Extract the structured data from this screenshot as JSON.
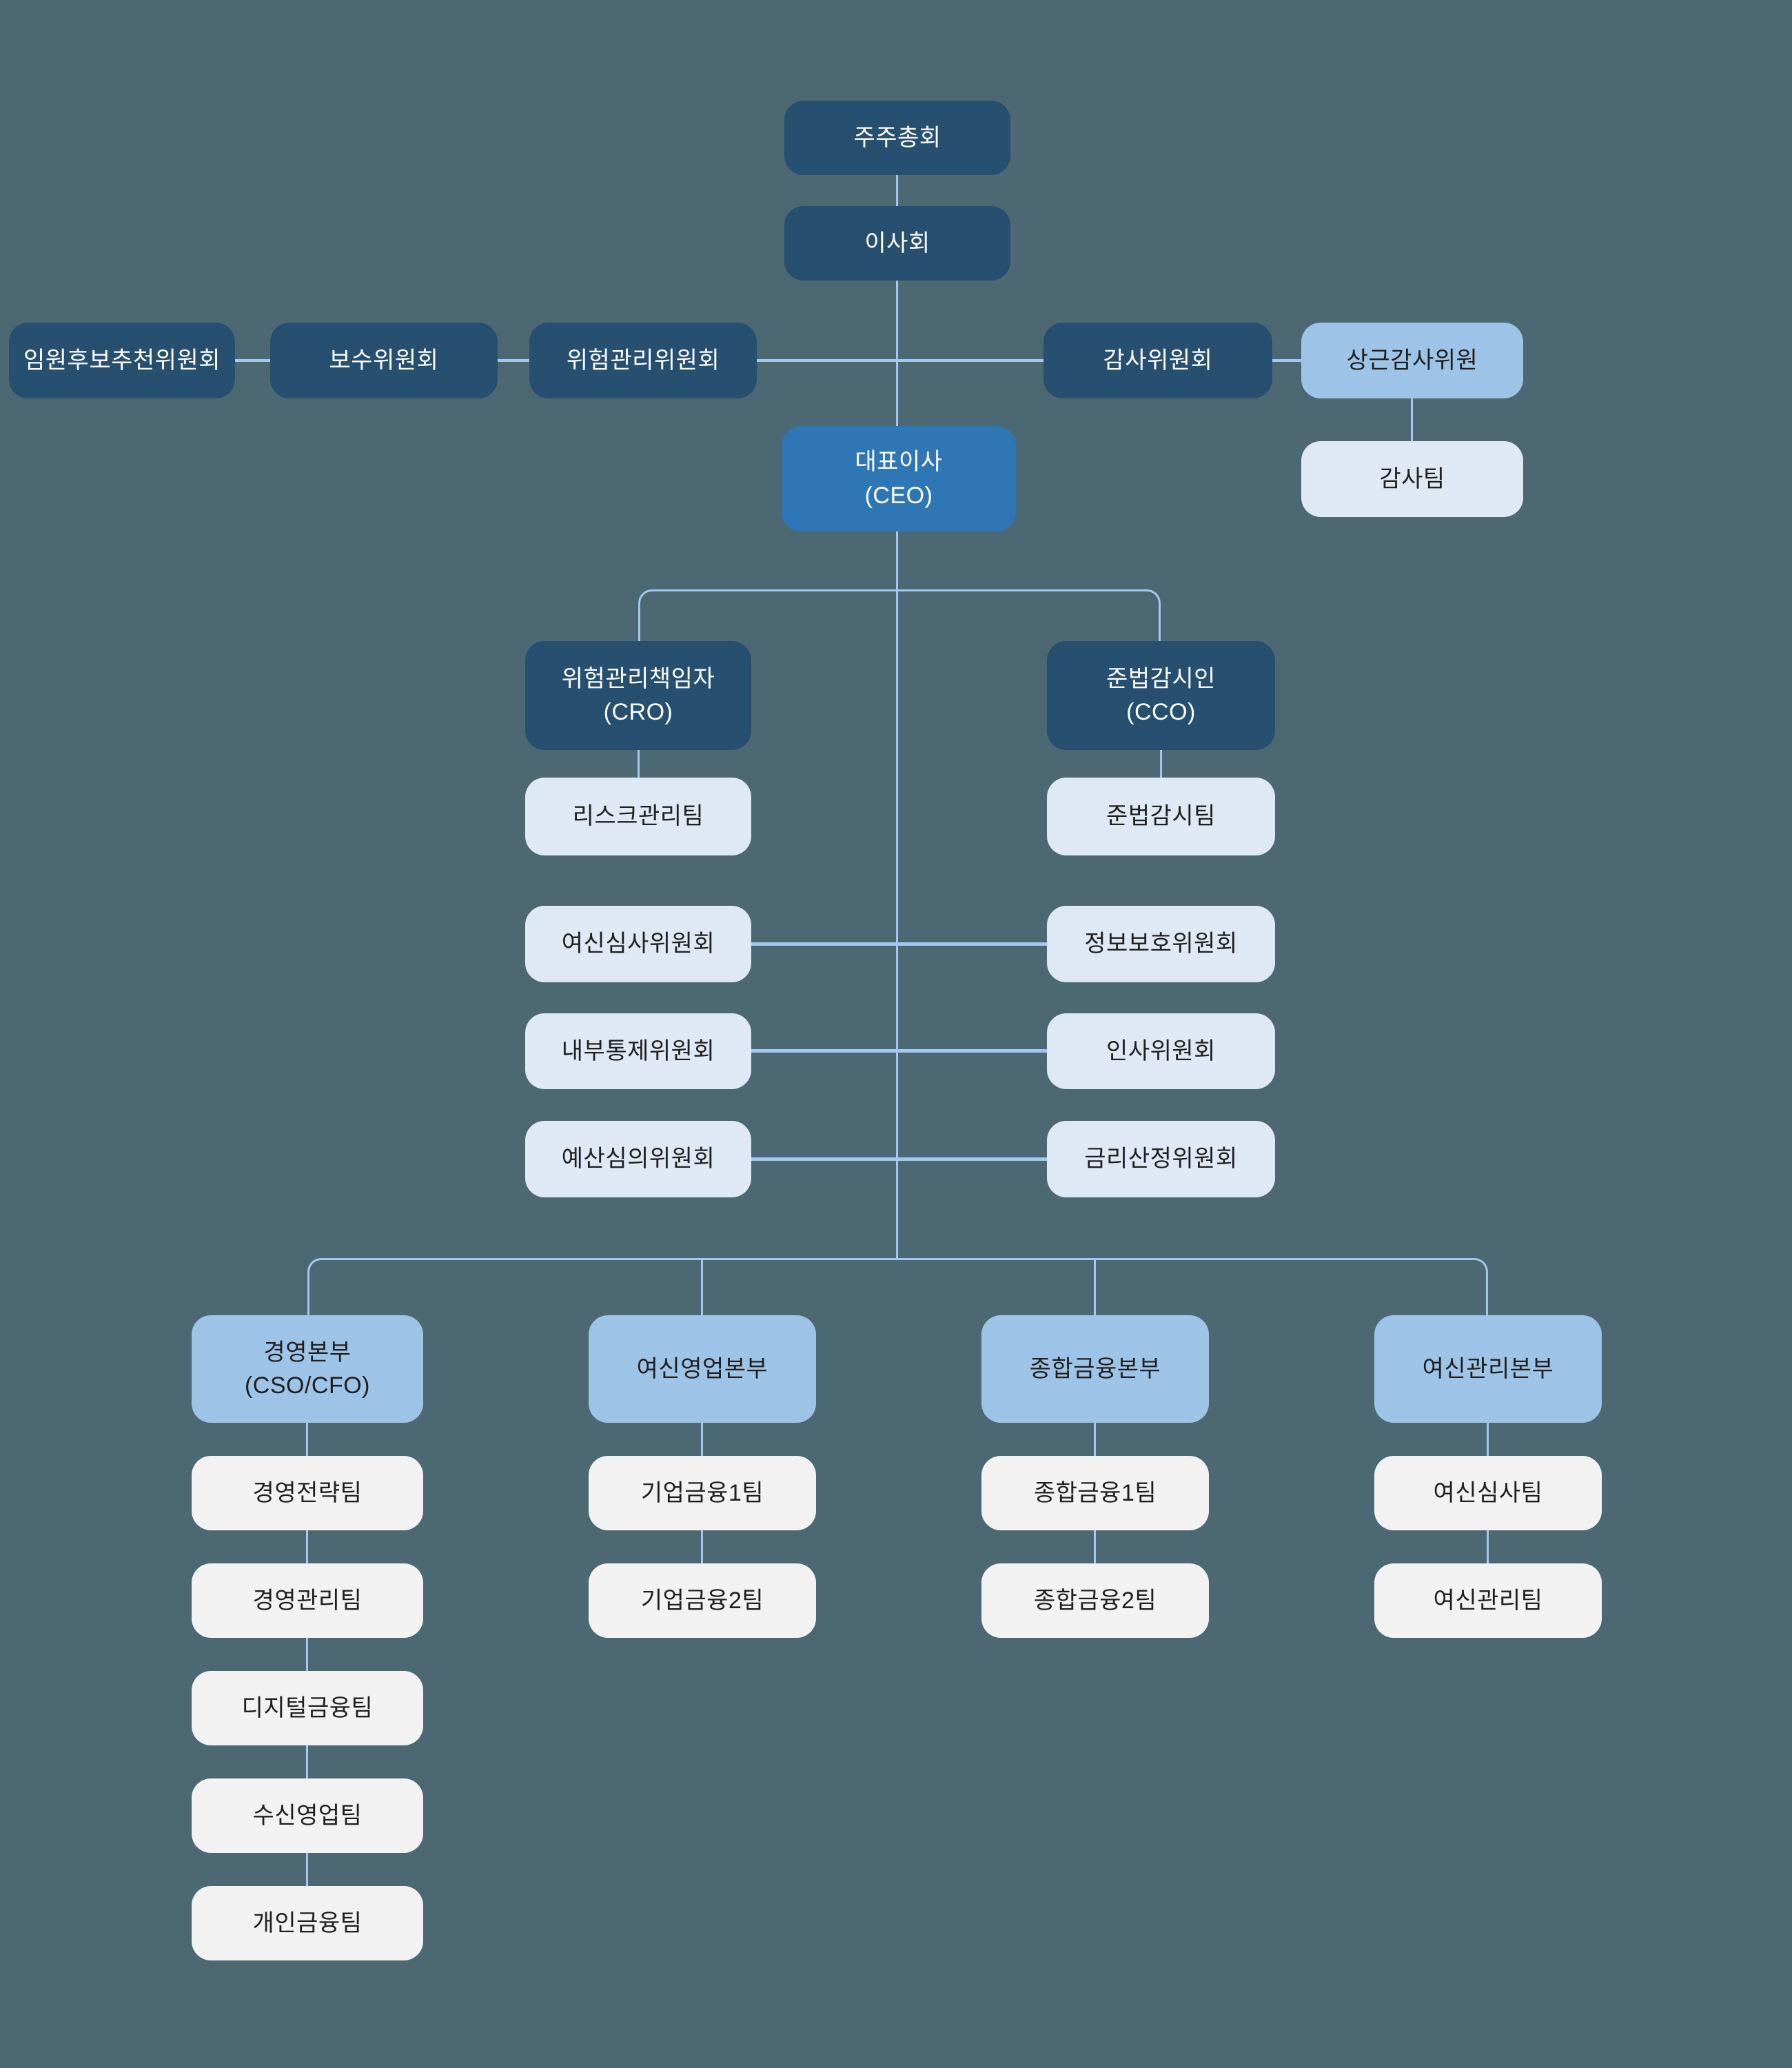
{
  "colors": {
    "background": "#4C6873",
    "navy_box": "#264F70",
    "blue_box": "#2F76B5",
    "light_blue_box": "#9DC3E6",
    "pale_blue_box": "#DEE9F5",
    "white_box": "#F2F2F3",
    "connector_line": "#A3C7EE",
    "text_light": "#FFFFFF",
    "text_dark": "#1F1F1F"
  },
  "nodes": {
    "shareholders": {
      "label": "주주총회"
    },
    "board": {
      "label": "이사회"
    },
    "exec_recommendation": {
      "label": "임원후보추천위원회"
    },
    "remuneration": {
      "label": "보수위원회"
    },
    "risk_mgmt_committee": {
      "label": "위험관리위원회"
    },
    "audit_committee": {
      "label": "감사위원회"
    },
    "standing_auditor": {
      "label": "상근감사위원"
    },
    "audit_team": {
      "label": "감사팀"
    },
    "ceo": {
      "label": "대표이사\n(CEO)"
    },
    "cro": {
      "label": "위험관리책임자\n(CRO)"
    },
    "cco": {
      "label": "준법감시인\n(CCO)"
    },
    "risk_team": {
      "label": "리스크관리팀"
    },
    "compliance_team": {
      "label": "준법감시팀"
    },
    "credit_review_committee": {
      "label": "여신심사위원회"
    },
    "info_protection_committee": {
      "label": "정보보호위원회"
    },
    "internal_control_committee": {
      "label": "내부통제위원회"
    },
    "hr_committee": {
      "label": "인사위원회"
    },
    "budget_review_committee": {
      "label": "예산심의위원회"
    },
    "interest_rate_committee": {
      "label": "금리산정위원회"
    },
    "mgmt_division": {
      "label": "경영본부\n(CSO/CFO)"
    },
    "credit_sales_division": {
      "label": "여신영업본부"
    },
    "general_finance_division": {
      "label": "종합금융본부"
    },
    "credit_mgmt_division": {
      "label": "여신관리본부"
    },
    "strategy_team": {
      "label": "경영전략팀"
    },
    "mgmt_team": {
      "label": "경영관리팀"
    },
    "digital_finance_team": {
      "label": "디지털금융팀"
    },
    "deposit_sales_team": {
      "label": "수신영업팀"
    },
    "personal_finance_team": {
      "label": "개인금융팀"
    },
    "corp_finance_team1": {
      "label": "기업금융1팀"
    },
    "corp_finance_team2": {
      "label": "기업금융2팀"
    },
    "general_finance_team1": {
      "label": "종합금융1팀"
    },
    "general_finance_team2": {
      "label": "종합금융2팀"
    },
    "credit_review_team": {
      "label": "여신심사팀"
    },
    "credit_mgmt_team": {
      "label": "여신관리팀"
    }
  }
}
